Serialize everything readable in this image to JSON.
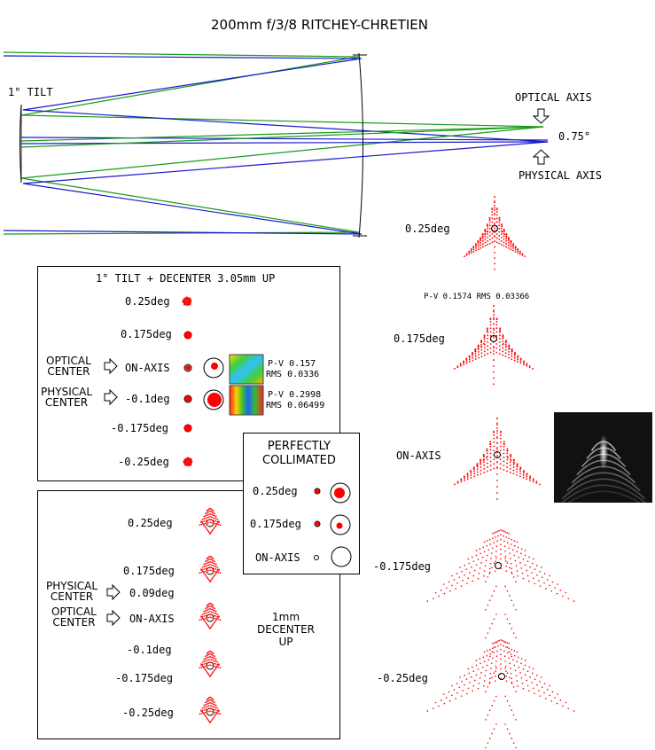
{
  "title": "200mm f/3/8 RITCHEY-CHRETIEN",
  "colors": {
    "green_ray": "#1a9a1a",
    "blue_ray": "#1a1acc",
    "spot": "#ff0000",
    "airy": "#000000"
  },
  "ray_diagram": {
    "tilt_label": "1° TILT",
    "optical_axis_label": "OPTICAL AXIS",
    "physical_axis_label": "PHYSICAL AXIS",
    "angle_label": "0.75°"
  },
  "panel_tilt": {
    "title": "1° TILT + DECENTER 3.05mm UP",
    "rows": [
      "0.25deg",
      "0.175deg",
      "ON-AXIS",
      "-0.1deg",
      "-0.175deg",
      "-0.25deg"
    ],
    "optical_center": [
      "OPTICAL",
      "CENTER"
    ],
    "physical_center": [
      "PHYSICAL",
      "CENTER"
    ],
    "pv1": "P-V 0.157",
    "rms1": "RMS 0.0336",
    "pv2": "P-V 0.2998",
    "rms2": "RMS 0.06499"
  },
  "panel_collimated": {
    "title": [
      "PERFECTLY",
      "COLLIMATED"
    ],
    "rows": [
      "0.25deg",
      "0.175deg",
      "ON-AXIS"
    ]
  },
  "panel_decenter": {
    "rows": [
      "0.25deg",
      "0.175deg",
      "0.09deg",
      "ON-AXIS",
      "-0.1deg",
      "-0.175deg",
      "-0.25deg"
    ],
    "physical_center": [
      "PHYSICAL",
      "CENTER"
    ],
    "optical_center": [
      "OPTICAL",
      "CENTER"
    ],
    "note": [
      "1mm",
      "DECENTER",
      "UP"
    ]
  },
  "right_column": {
    "rows": [
      "0.25deg",
      "0.175deg",
      "ON-AXIS",
      "-0.175deg",
      "-0.25deg"
    ],
    "pv_rms": "P-V 0.1574 RMS 0.03366"
  }
}
